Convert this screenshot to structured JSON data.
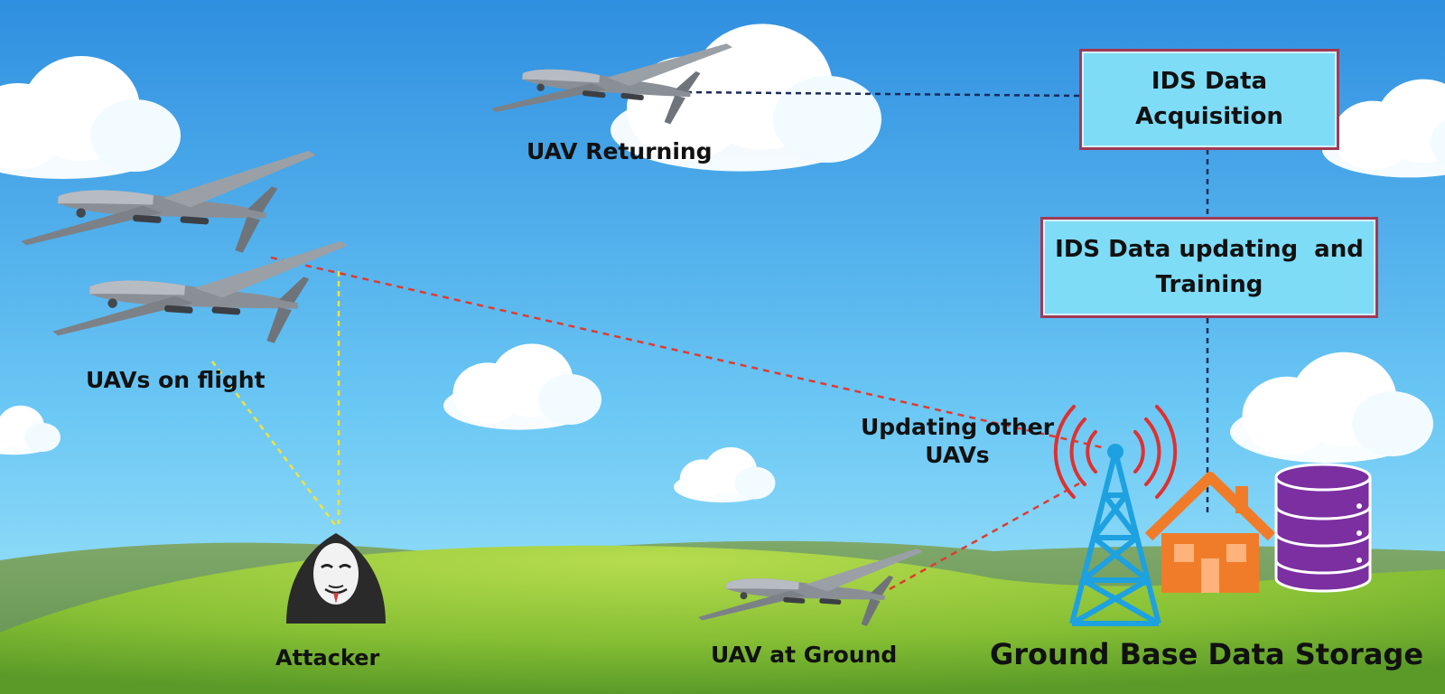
{
  "labels": {
    "uav_returning": "UAV Returning",
    "uavs_on_flight": "UAVs on flight",
    "updating_other_line1": "Updating other",
    "updating_other_line2": "UAVs",
    "attacker": "Attacker",
    "uav_at_ground": "UAV at Ground",
    "ground_base": "Ground Base Data Storage"
  },
  "boxes": {
    "acquisition_line1": "IDS Data",
    "acquisition_line2": "Acquisition",
    "training_line1": "IDS Data updating  and",
    "training_line2": "Training"
  },
  "colors": {
    "sky_top": "#2f8fe0",
    "sky_bottom": "#9fe6fb",
    "grass": "#8fc43c",
    "box_border": "#a03a55",
    "box_fill": "#7fdcf7",
    "tower": "#1da1e0",
    "tower_waves": "#e0302f",
    "house": "#f07c2a",
    "database": "#7b2fa0",
    "attack_link": "#f4e23a",
    "update_link": "#e03a2f",
    "data_link": "#1b2a5a"
  },
  "icons": [
    "uav-drone-icon",
    "attacker-icon",
    "radio-tower-icon",
    "house-icon",
    "database-icon",
    "cloud-icon"
  ]
}
